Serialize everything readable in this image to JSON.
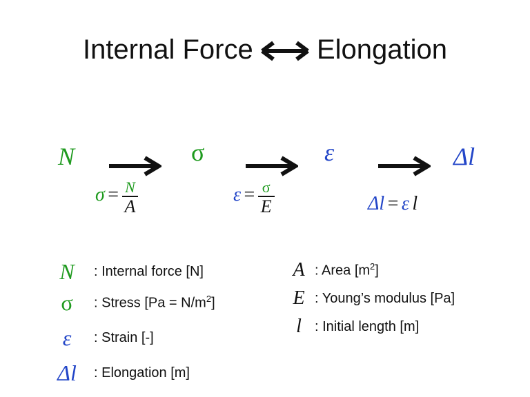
{
  "title": {
    "left": "Internal Force",
    "right": "Elongation"
  },
  "chain": {
    "n": "N",
    "sigma": "σ",
    "epsilon": "ε",
    "dl": "Δl"
  },
  "formulas": {
    "f1": {
      "lhs": "σ",
      "eq": "=",
      "num": "N",
      "den": "A"
    },
    "f2": {
      "lhs": "ε",
      "eq": "=",
      "num": "σ",
      "den": "E"
    },
    "f3": {
      "lhs": "Δl",
      "eq": "=",
      "rhs1": "ε",
      "rhs2": "l"
    }
  },
  "legend_left": [
    {
      "sym": "N",
      "text": ": Internal force [N]"
    },
    {
      "sym": "σ",
      "text": ": Stress [Pa = N/m",
      "sup": "2",
      "tail": "]"
    },
    {
      "sym": "ε",
      "text": ": Strain [-]"
    },
    {
      "sym": "Δl",
      "text": ": Elongation [m]"
    }
  ],
  "legend_right": [
    {
      "sym": "A",
      "text": ": Area [m",
      "sup": "2",
      "tail": "]"
    },
    {
      "sym": "E",
      "text": ": Young’s modulus [Pa]"
    },
    {
      "sym": "l",
      "text": ": Initial length [m]"
    }
  ],
  "colors": {
    "green": "#1e9a1e",
    "blue": "#2346c8"
  }
}
